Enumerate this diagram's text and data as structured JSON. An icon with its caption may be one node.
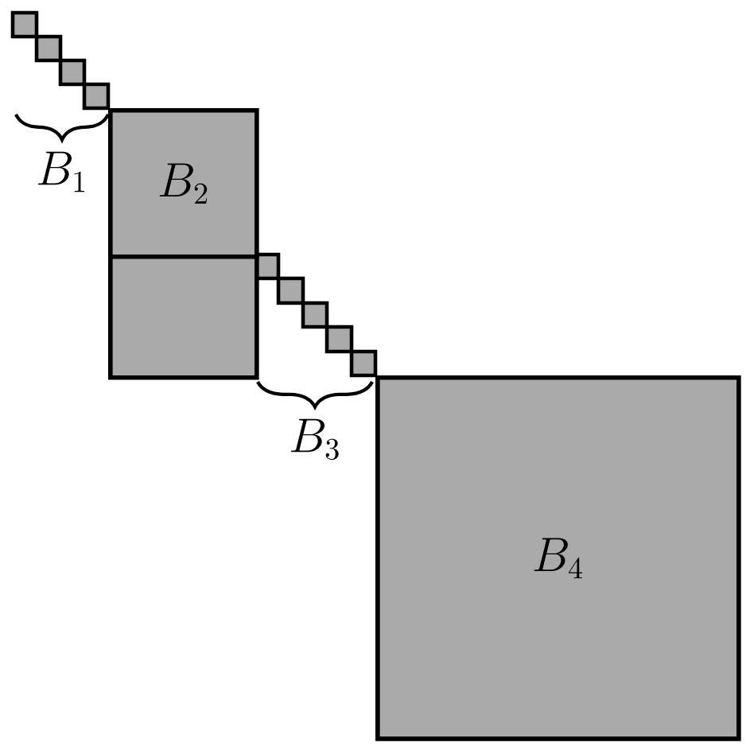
{
  "diagram": {
    "nodes": [
      {
        "text": [
          "B_2"
        ]
      },
      {
        "text": [],
        "shape": "box"
      },
      {
        "text": [
          "B_4"
        ]
      }
    ],
    "labels": [
      "B_1",
      "B_3"
    ]
  }
}
